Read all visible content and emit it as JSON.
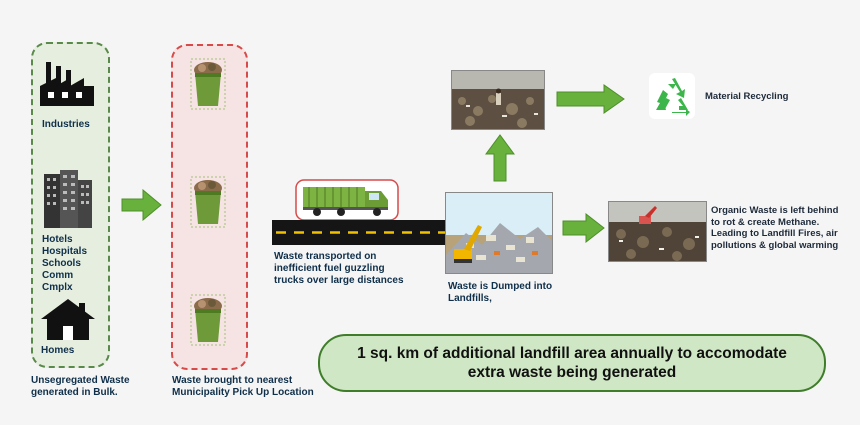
{
  "source": {
    "industries": "Industries",
    "commercial": [
      "Hotels",
      "Hospitals",
      "Schools",
      "Comm",
      "Cmplx"
    ],
    "homes": "Homes",
    "caption": [
      "Unsegregated Waste",
      "generated in Bulk."
    ]
  },
  "collection": {
    "caption": [
      "Waste brought to nearest",
      "Municipality Pick Up Location"
    ]
  },
  "transport": {
    "caption": [
      "Waste transported on",
      "inefficient fuel guzzling",
      "trucks over large distances"
    ]
  },
  "landfill": {
    "caption": [
      "Waste is Dumped into",
      "Landfills,"
    ]
  },
  "recycling": {
    "label": "Material Recycling"
  },
  "organic": {
    "caption": [
      "Organic Waste is left behind",
      "to rot & create Methane.",
      "Leading to Landfill Fires, air",
      "pollutions & global warming"
    ]
  },
  "banner": [
    "1 sq. km of additional landfill area annually to accomodate",
    "extra waste being generated"
  ],
  "colors": {
    "accent_green": "#68b13c",
    "collection_border": "#d84a4a",
    "source_border": "#5a8a4a",
    "banner_fill": "#cfe7c4"
  }
}
